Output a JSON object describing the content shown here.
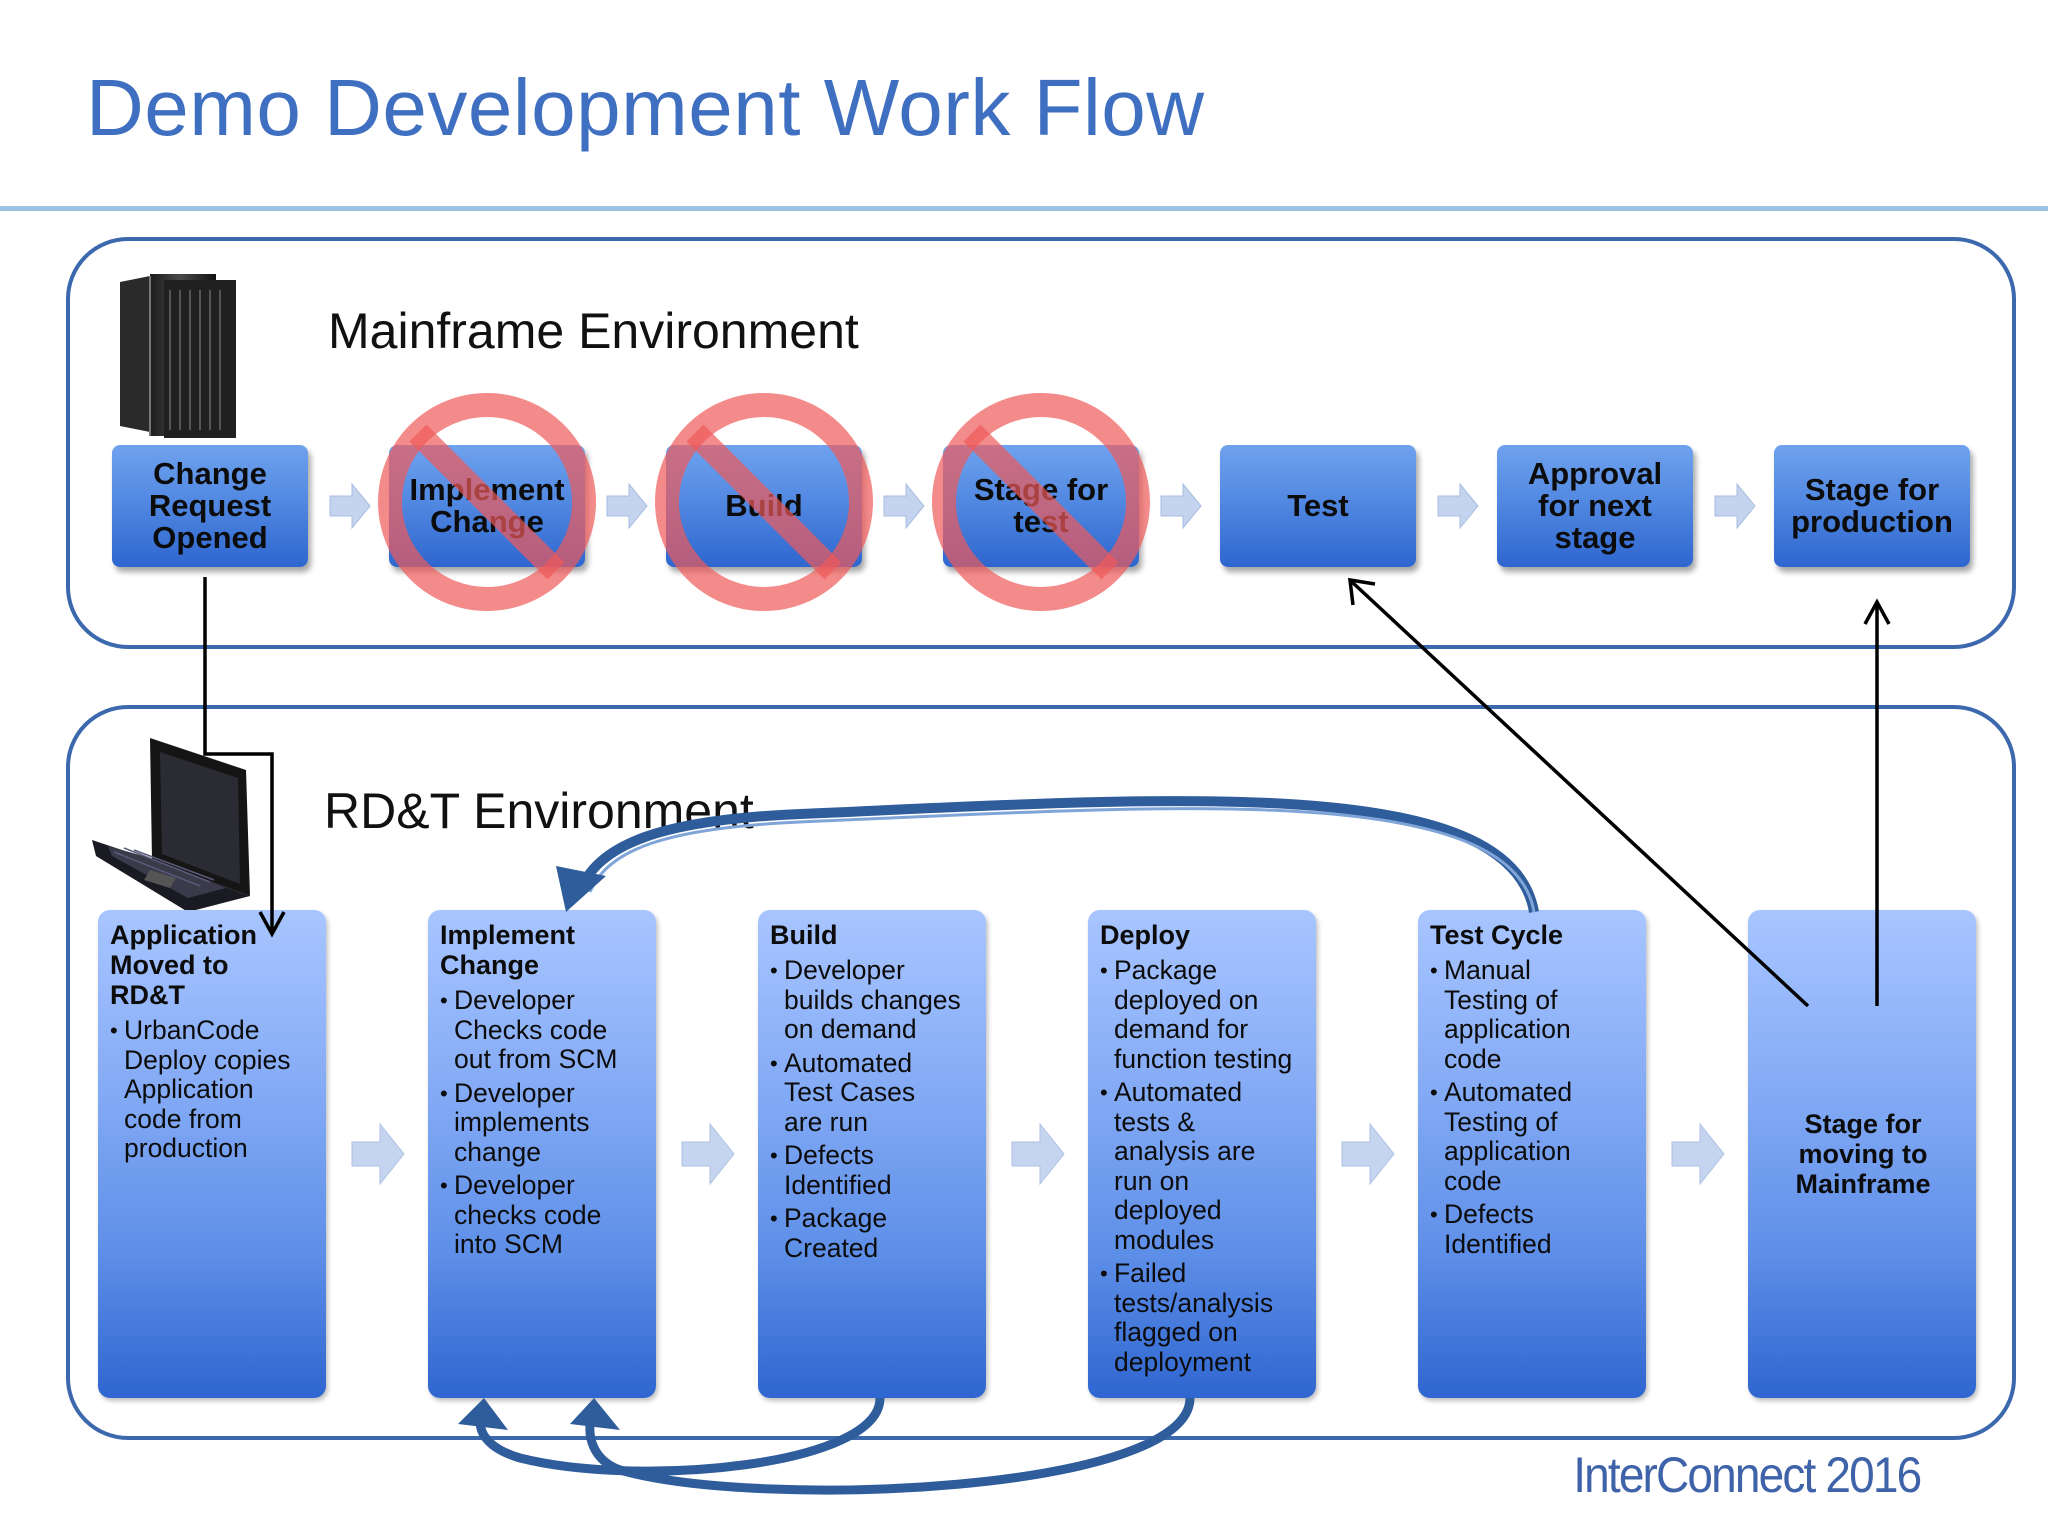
{
  "title": "Demo Development  Work Flow",
  "footer": "InterConnect 2016",
  "colors": {
    "title": "#3f6fc0",
    "panel_border": "#3c68ad",
    "box_blue": "#4f86e0",
    "no_sign": "#f26b6b",
    "loop_arrow": "#2f5c9a"
  },
  "mainframe": {
    "label": "Mainframe Environment",
    "icon": "mainframe-server-icon",
    "steps": [
      {
        "lines": [
          "Change",
          "Request",
          "Opened"
        ],
        "blocked": false
      },
      {
        "lines": [
          "Implement",
          "Change"
        ],
        "blocked": true
      },
      {
        "lines": [
          "Build"
        ],
        "blocked": true
      },
      {
        "lines": [
          "Stage for",
          "test"
        ],
        "blocked": true
      },
      {
        "lines": [
          "Test"
        ],
        "blocked": false
      },
      {
        "lines": [
          "Approval",
          "for next",
          "stage"
        ],
        "blocked": false
      },
      {
        "lines": [
          "Stage for",
          "production"
        ],
        "blocked": false
      }
    ]
  },
  "rdt": {
    "label": "RD&T Environment",
    "icon": "laptop-icon",
    "steps": [
      {
        "title": "Application Moved to RD&T",
        "title_lines": [
          "Application",
          "Moved to",
          "RD&T"
        ],
        "bullets": [
          [
            "UrbanCode",
            "Deploy copies",
            "Application",
            "code from",
            "production"
          ]
        ]
      },
      {
        "title_lines": [
          "Implement",
          "Change"
        ],
        "bullets": [
          [
            "Developer",
            "Checks code",
            "out from  SCM"
          ],
          [
            "Developer",
            "implements",
            "change"
          ],
          [
            "Developer",
            "checks code",
            "into SCM"
          ]
        ]
      },
      {
        "title_lines": [
          "Build"
        ],
        "bullets": [
          [
            "Developer",
            "builds changes",
            "on demand"
          ],
          [
            "Automated",
            "Test Cases",
            "are run"
          ],
          [
            "Defects",
            "Identified"
          ],
          [
            "Package",
            "Created"
          ]
        ]
      },
      {
        "title_lines": [
          "Deploy"
        ],
        "bullets": [
          [
            "Package",
            "deployed  on",
            "demand  for",
            "function testing"
          ],
          [
            "Automated",
            "tests &",
            "analysis are",
            "run on",
            "deployed",
            "modules"
          ],
          [
            "Failed",
            "tests/analysis",
            "flagged  on",
            "deployment"
          ]
        ]
      },
      {
        "title_lines": [
          "Test Cycle"
        ],
        "bullets": [
          [
            "Manual",
            "Testing of",
            "application",
            "code"
          ],
          [
            "Automated",
            "Testing of",
            "application",
            "code"
          ],
          [
            "Defects",
            "Identified"
          ]
        ]
      },
      {
        "title_lines": [
          "Stage for",
          "moving to",
          "Mainframe"
        ],
        "bullets": []
      }
    ]
  }
}
